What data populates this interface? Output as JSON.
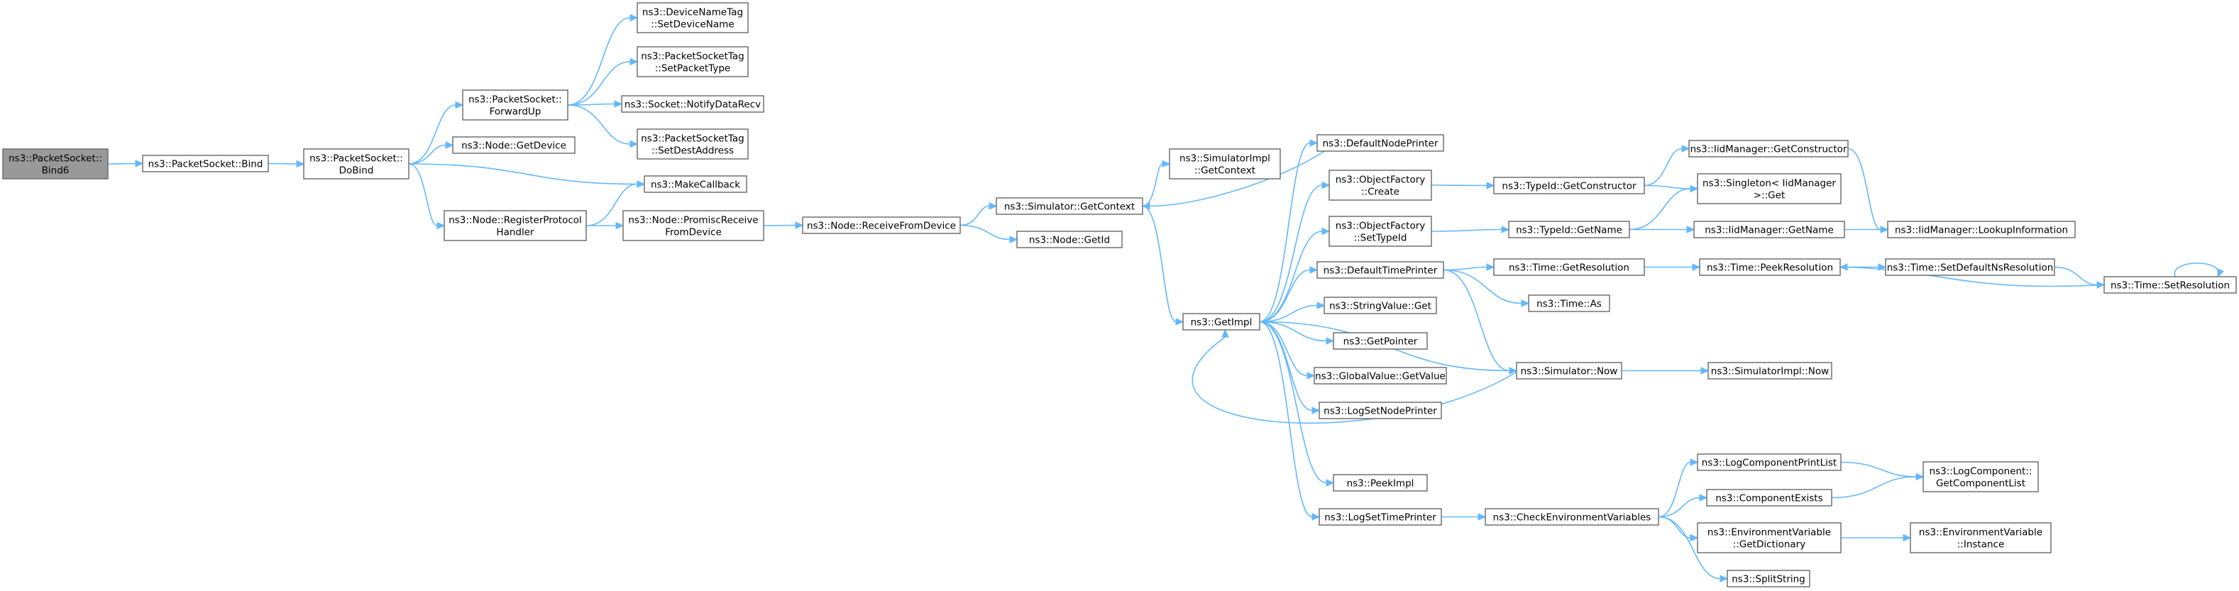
{
  "graph": {
    "nodes": [
      {
        "id": "n0",
        "lines": [
          "ns3::PacketSocket::",
          "Bind6"
        ],
        "root": true
      },
      {
        "id": "n1",
        "lines": [
          "ns3::PacketSocket::Bind"
        ]
      },
      {
        "id": "n2",
        "lines": [
          "ns3::PacketSocket::",
          "DoBind"
        ]
      },
      {
        "id": "n3",
        "lines": [
          "ns3::PacketSocket::",
          "ForwardUp"
        ]
      },
      {
        "id": "n4",
        "lines": [
          "ns3::Node::GetDevice"
        ]
      },
      {
        "id": "n5",
        "lines": [
          "ns3::MakeCallback"
        ]
      },
      {
        "id": "n6",
        "lines": [
          "ns3::Node::RegisterProtocol",
          "Handler"
        ]
      },
      {
        "id": "n7",
        "lines": [
          "ns3::DeviceNameTag",
          "::SetDeviceName"
        ]
      },
      {
        "id": "n8",
        "lines": [
          "ns3::PacketSocketTag",
          "::SetPacketType"
        ]
      },
      {
        "id": "n9",
        "lines": [
          "ns3::Socket::NotifyDataRecv"
        ]
      },
      {
        "id": "n10",
        "lines": [
          "ns3::PacketSocketTag",
          "::SetDestAddress"
        ]
      },
      {
        "id": "n11",
        "lines": [
          "ns3::Node::PromiscReceive",
          "FromDevice"
        ]
      },
      {
        "id": "n12",
        "lines": [
          "ns3::Node::ReceiveFromDevice"
        ]
      },
      {
        "id": "n13",
        "lines": [
          "ns3::Simulator::GetContext"
        ]
      },
      {
        "id": "n14",
        "lines": [
          "ns3::Node::GetId"
        ]
      },
      {
        "id": "n15",
        "lines": [
          "ns3::SimulatorImpl",
          "::GetContext"
        ]
      },
      {
        "id": "n16",
        "lines": [
          "ns3::GetImpl"
        ]
      },
      {
        "id": "n17",
        "lines": [
          "ns3::DefaultNodePrinter"
        ]
      },
      {
        "id": "n18",
        "lines": [
          "ns3::ObjectFactory",
          "::Create"
        ]
      },
      {
        "id": "n19",
        "lines": [
          "ns3::ObjectFactory",
          "::SetTypeId"
        ]
      },
      {
        "id": "n20",
        "lines": [
          "ns3::DefaultTimePrinter"
        ]
      },
      {
        "id": "n21",
        "lines": [
          "ns3::StringValue::Get"
        ]
      },
      {
        "id": "n22",
        "lines": [
          "ns3::GetPointer"
        ]
      },
      {
        "id": "n23",
        "lines": [
          "ns3::GlobalValue::GetValue"
        ]
      },
      {
        "id": "n24",
        "lines": [
          "ns3::LogSetNodePrinter"
        ]
      },
      {
        "id": "n25",
        "lines": [
          "ns3::PeekImpl"
        ]
      },
      {
        "id": "n26",
        "lines": [
          "ns3::LogSetTimePrinter"
        ]
      },
      {
        "id": "n27",
        "lines": [
          "ns3::TypeId::GetConstructor"
        ]
      },
      {
        "id": "n28",
        "lines": [
          "ns3::TypeId::GetName"
        ]
      },
      {
        "id": "n29",
        "lines": [
          "ns3::Time::GetResolution"
        ]
      },
      {
        "id": "n30",
        "lines": [
          "ns3::Time::As"
        ]
      },
      {
        "id": "n31",
        "lines": [
          "ns3::Simulator::Now"
        ]
      },
      {
        "id": "n32",
        "lines": [
          "ns3::CheckEnvironmentVariables"
        ]
      },
      {
        "id": "n33",
        "lines": [
          "ns3::IidManager::GetConstructor"
        ]
      },
      {
        "id": "n34",
        "lines": [
          "ns3::Singleton< IidManager",
          " >::Get"
        ]
      },
      {
        "id": "n35",
        "lines": [
          "ns3::IidManager::GetName"
        ]
      },
      {
        "id": "n36",
        "lines": [
          "ns3::Time::PeekResolution"
        ]
      },
      {
        "id": "n37",
        "lines": [
          "ns3::SimulatorImpl::Now"
        ]
      },
      {
        "id": "n38",
        "lines": [
          "ns3::LogComponentPrintList"
        ]
      },
      {
        "id": "n39",
        "lines": [
          "ns3::ComponentExists"
        ]
      },
      {
        "id": "n40",
        "lines": [
          "ns3::EnvironmentVariable",
          "::GetDictionary"
        ]
      },
      {
        "id": "n41",
        "lines": [
          "ns3::SplitString"
        ]
      },
      {
        "id": "n42",
        "lines": [
          "ns3::IidManager::LookupInformation"
        ]
      },
      {
        "id": "n43",
        "lines": [
          "ns3::Time::SetDefaultNsResolution"
        ]
      },
      {
        "id": "n44",
        "lines": [
          "ns3::Time::SetResolution"
        ]
      },
      {
        "id": "n45",
        "lines": [
          "ns3::LogComponent::",
          "GetComponentList"
        ]
      },
      {
        "id": "n46",
        "lines": [
          "ns3::EnvironmentVariable",
          "::Instance"
        ]
      }
    ],
    "edges": [
      [
        "n0",
        "n1"
      ],
      [
        "n1",
        "n2"
      ],
      [
        "n2",
        "n3"
      ],
      [
        "n2",
        "n4"
      ],
      [
        "n2",
        "n5"
      ],
      [
        "n2",
        "n6"
      ],
      [
        "n3",
        "n7"
      ],
      [
        "n3",
        "n8"
      ],
      [
        "n3",
        "n9"
      ],
      [
        "n3",
        "n10"
      ],
      [
        "n6",
        "n5"
      ],
      [
        "n6",
        "n11"
      ],
      [
        "n11",
        "n12"
      ],
      [
        "n12",
        "n13"
      ],
      [
        "n12",
        "n14"
      ],
      [
        "n13",
        "n15"
      ],
      [
        "n13",
        "n16"
      ],
      [
        "n16",
        "n17"
      ],
      [
        "n16",
        "n18"
      ],
      [
        "n16",
        "n19"
      ],
      [
        "n16",
        "n20"
      ],
      [
        "n16",
        "n21"
      ],
      [
        "n16",
        "n22"
      ],
      [
        "n16",
        "n23"
      ],
      [
        "n16",
        "n24"
      ],
      [
        "n16",
        "n25"
      ],
      [
        "n16",
        "n26"
      ],
      [
        "n16",
        "n31"
      ],
      [
        "n17",
        "n13"
      ],
      [
        "n18",
        "n27"
      ],
      [
        "n19",
        "n28"
      ],
      [
        "n20",
        "n29"
      ],
      [
        "n20",
        "n30"
      ],
      [
        "n20",
        "n31"
      ],
      [
        "n27",
        "n33"
      ],
      [
        "n27",
        "n34"
      ],
      [
        "n28",
        "n34"
      ],
      [
        "n28",
        "n35"
      ],
      [
        "n29",
        "n36"
      ],
      [
        "n31",
        "n37"
      ],
      [
        "n31",
        "n16"
      ],
      [
        "n26",
        "n32"
      ],
      [
        "n32",
        "n38"
      ],
      [
        "n32",
        "n39"
      ],
      [
        "n32",
        "n40"
      ],
      [
        "n32",
        "n41"
      ],
      [
        "n33",
        "n42"
      ],
      [
        "n35",
        "n42"
      ],
      [
        "n36",
        "n43"
      ],
      [
        "n43",
        "n44"
      ],
      [
        "n44",
        "n36"
      ],
      [
        "n44",
        "n44"
      ],
      [
        "n38",
        "n45"
      ],
      [
        "n39",
        "n45"
      ],
      [
        "n40",
        "n46"
      ]
    ]
  }
}
